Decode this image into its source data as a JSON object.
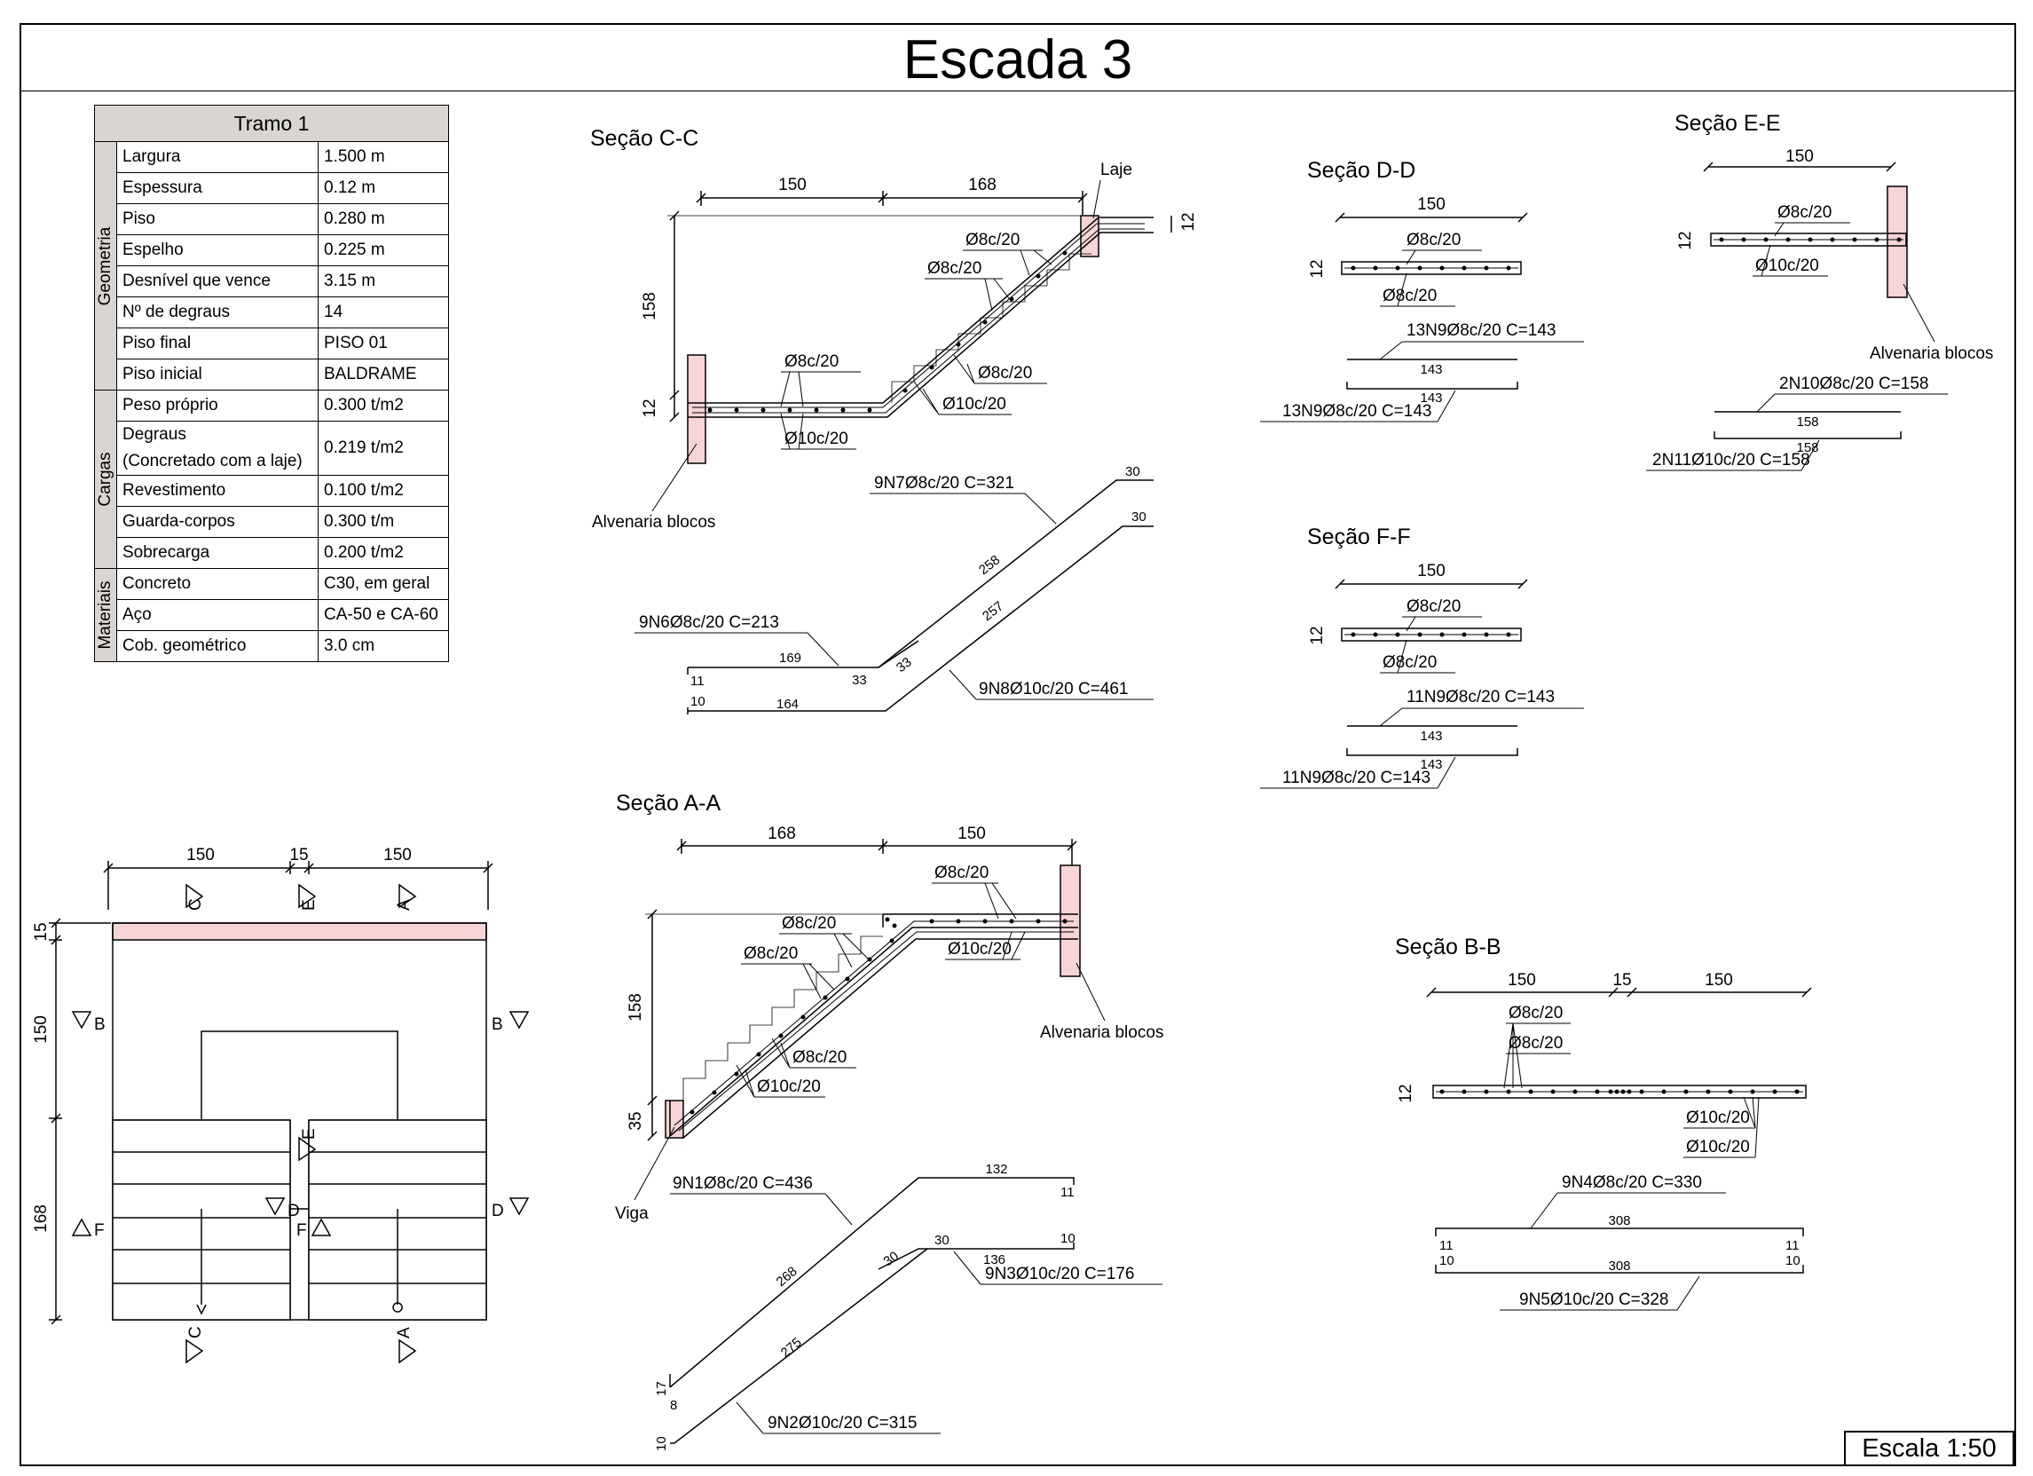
{
  "title": "Escada 3",
  "scale": "Escala 1:50",
  "table": {
    "header": "Tramo 1",
    "groups": [
      {
        "name": "Geometria",
        "rows": [
          {
            "k": "Largura",
            "v": "1.500 m"
          },
          {
            "k": "Espessura",
            "v": "0.12 m"
          },
          {
            "k": "Piso",
            "v": "0.280 m"
          },
          {
            "k": "Espelho",
            "v": "0.225 m"
          },
          {
            "k": "Desnível que vence",
            "v": "3.15 m"
          },
          {
            "k": "Nº de degraus",
            "v": "14"
          },
          {
            "k": "Piso final",
            "v": "PISO 01"
          },
          {
            "k": "Piso inicial",
            "v": "BALDRAME"
          }
        ]
      },
      {
        "name": "Cargas",
        "rows": [
          {
            "k": "Peso próprio",
            "v": "0.300 t/m2"
          },
          {
            "k": "Degraus",
            "k2": "(Concretado com a laje)",
            "v": "0.219 t/m2"
          },
          {
            "k": "Revestimento",
            "v": "0.100 t/m2"
          },
          {
            "k": "Guarda-corpos",
            "v": "0.300 t/m"
          },
          {
            "k": "Sobrecarga",
            "v": "0.200 t/m2"
          }
        ]
      },
      {
        "name": "Materiais",
        "rows": [
          {
            "k": "Concreto",
            "v": "C30, em geral"
          },
          {
            "k": "Aço",
            "v": "CA-50 e CA-60"
          },
          {
            "k": "Cob. geométrico",
            "v": "3.0 cm"
          }
        ]
      }
    ]
  },
  "plan": {
    "dims_top": [
      "150",
      "15",
      "150"
    ],
    "dims_left": [
      "15",
      "150",
      "168"
    ],
    "cut_labels": [
      "C",
      "E",
      "A",
      "B",
      "B",
      "D",
      "D",
      "F",
      "F",
      "E",
      "C",
      "A"
    ]
  },
  "sec_cc": {
    "title": "Seção C-C",
    "d150": "150",
    "d168": "168",
    "d158": "158",
    "d12a": "12",
    "d12b": "12",
    "laje": "Laje",
    "alvenaria": "Alvenaria blocos",
    "r1": "Ø8c/20",
    "r2": "Ø8c/20",
    "r3": "Ø8c/20",
    "r4": "Ø8c/20",
    "r5": "Ø10c/20",
    "r6": "Ø10c/20",
    "n7": "9N7Ø8c/20 C=321",
    "n7a": "30",
    "n7b": "258",
    "n6": "9N6Ø8c/20 C=213",
    "n6a": "169",
    "n6b": "33",
    "n6c": "33",
    "n6d": "11",
    "n8": "9N8Ø10c/20 C=461",
    "n8a": "30",
    "n8b": "257",
    "n8c": "164",
    "n8d": "10"
  },
  "sec_dd": {
    "title": "Seção D-D",
    "d150": "150",
    "d12": "12",
    "r1": "Ø8c/20",
    "r2": "Ø8c/20",
    "b1": "13N9Ø8c/20 C=143",
    "b1l": "143",
    "b2": "13N9Ø8c/20 C=143",
    "b2l": "143"
  },
  "sec_ff": {
    "title": "Seção F-F",
    "d150": "150",
    "d12": "12",
    "r1": "Ø8c/20",
    "r2": "Ø8c/20",
    "b1": "11N9Ø8c/20 C=143",
    "b1l": "143",
    "b2": "11N9Ø8c/20 C=143",
    "b2l": "143"
  },
  "sec_ee": {
    "title": "Seção E-E",
    "d150": "150",
    "d12": "12",
    "r1": "Ø8c/20",
    "r2": "Ø10c/20",
    "alvenaria": "Alvenaria blocos",
    "b1": "2N10Ø8c/20 C=158",
    "b1l": "158",
    "b2": "2N11Ø10c/20 C=158",
    "b2l": "158"
  },
  "sec_aa": {
    "title": "Seção A-A",
    "d168": "168",
    "d150": "150",
    "d158": "158",
    "d35": "35",
    "r1": "Ø8c/20",
    "r2": "Ø8c/20",
    "r3": "Ø8c/20",
    "r4": "Ø8c/20",
    "r5": "Ø10c/20",
    "r6": "Ø10c/20",
    "alvenaria": "Alvenaria blocos",
    "viga": "Viga",
    "n1": "9N1Ø8c/20 C=436",
    "n1a": "132",
    "n1b": "11",
    "n1c": "268",
    "n1d": "17",
    "n1e": "8",
    "n3": "9N3Ø10c/20 C=176",
    "n3a": "30",
    "n3b": "30",
    "n3c": "136",
    "n3d": "10",
    "n2": "9N2Ø10c/20 C=315",
    "n2a": "275",
    "n2b": "10"
  },
  "sec_bb": {
    "title": "Seção B-B",
    "d150a": "150",
    "d15": "15",
    "d150b": "150",
    "d12": "12",
    "r1": "Ø8c/20",
    "r2": "Ø8c/20",
    "r3": "Ø10c/20",
    "r4": "Ø10c/20",
    "n4": "9N4Ø8c/20 C=330",
    "n4l": "308",
    "n4a": "11",
    "n4b": "11",
    "n5": "9N5Ø10c/20 C=328",
    "n5l": "308",
    "n5a": "10",
    "n5b": "10"
  },
  "colors": {
    "wall": "#f7d4d6",
    "header": "#d9d6d2"
  }
}
